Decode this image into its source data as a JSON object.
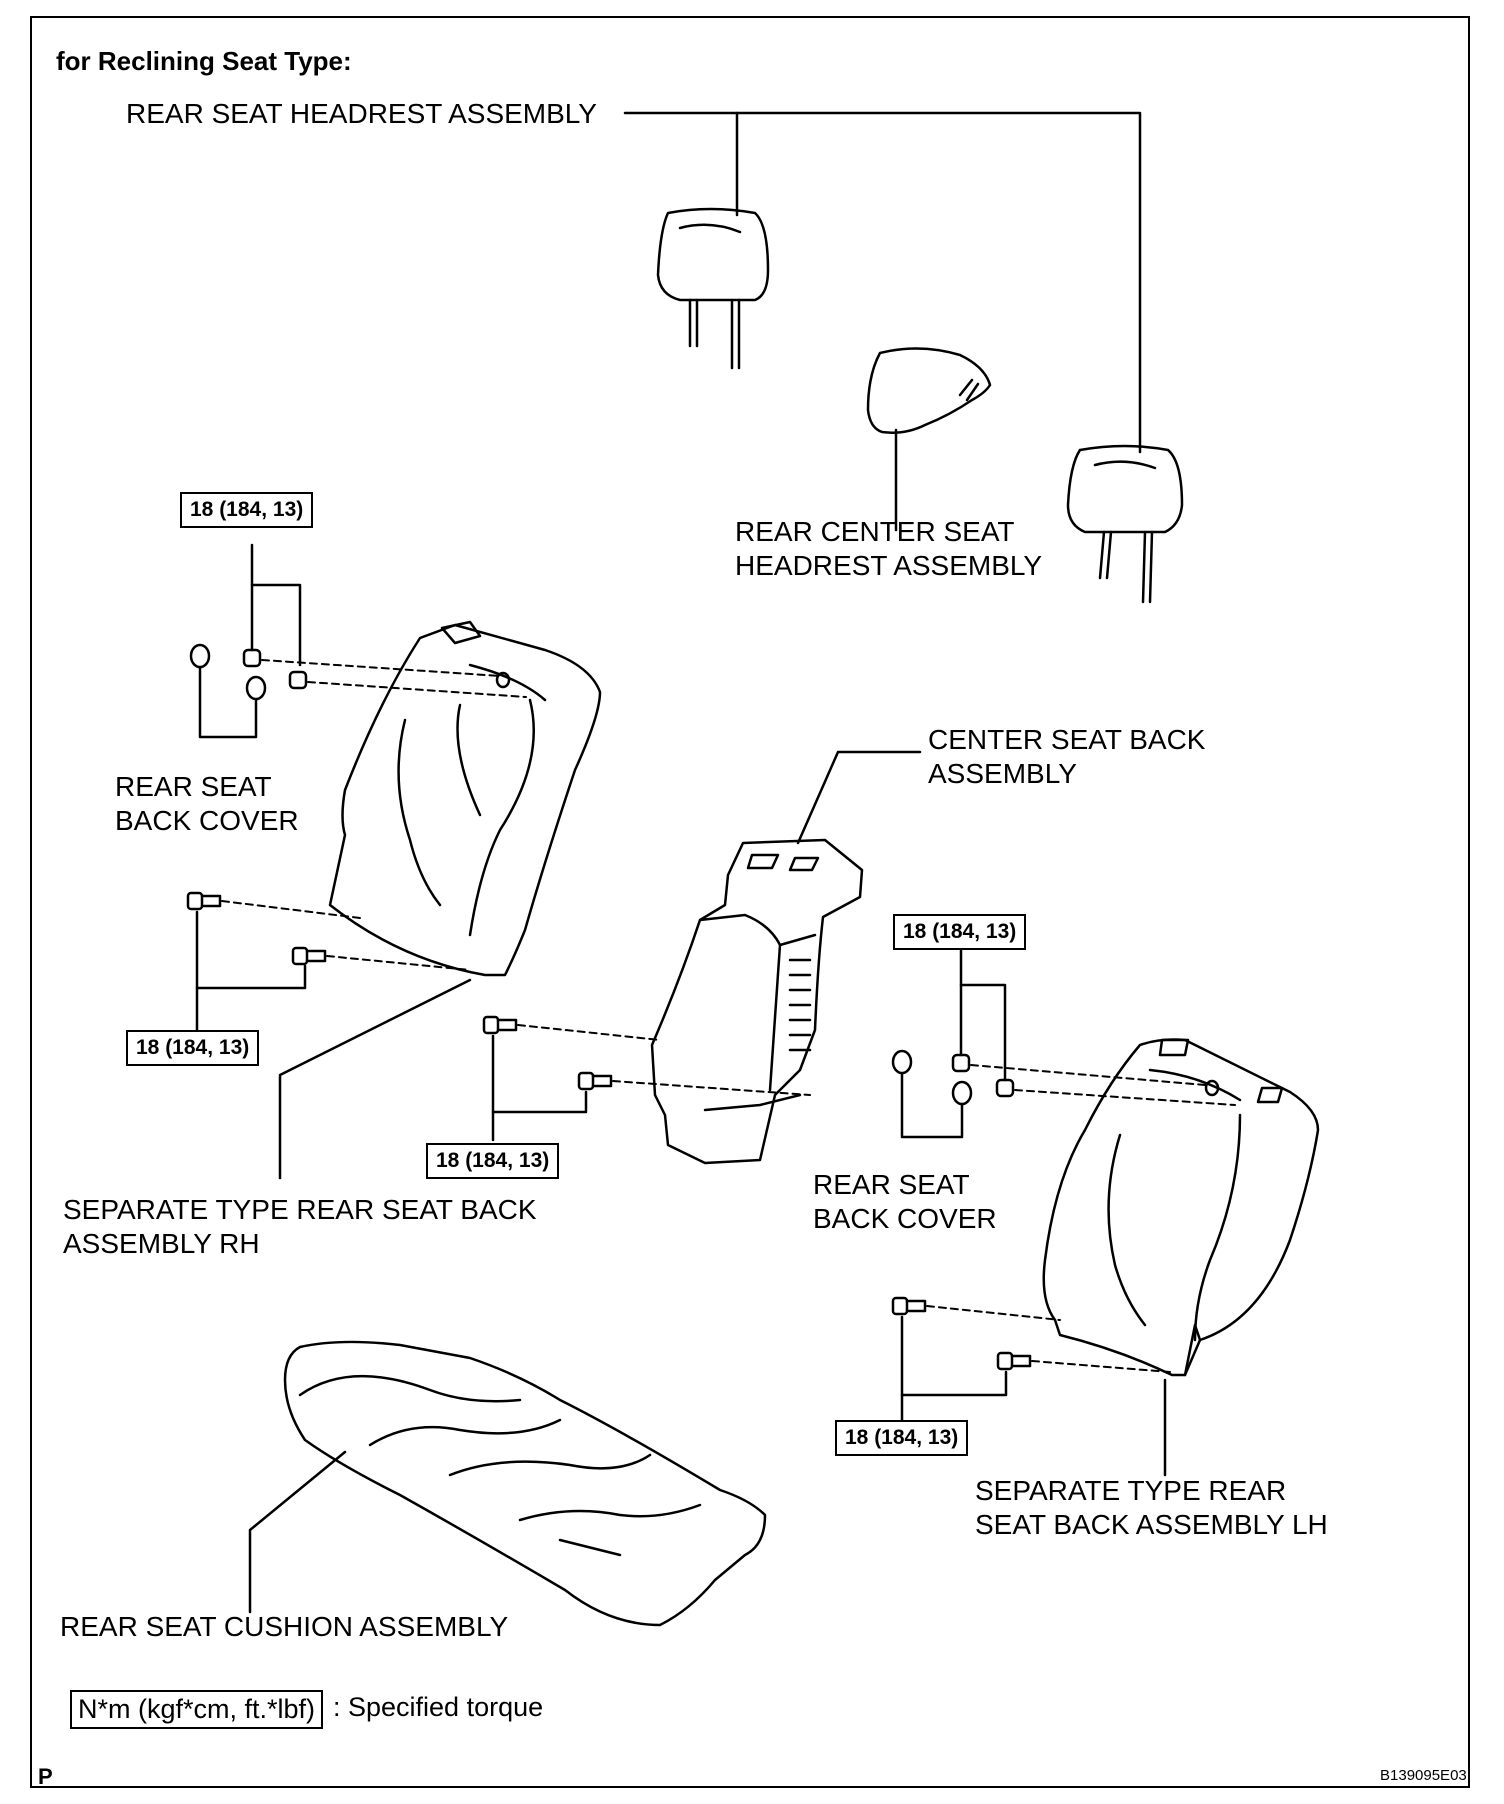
{
  "title": "for Reclining Seat Type:",
  "labels": {
    "rear_headrest": "REAR SEAT HEADREST ASSEMBLY",
    "rear_center_headrest": [
      "REAR CENTER SEAT",
      "HEADREST ASSEMBLY"
    ],
    "rear_back_cover_rh": [
      "REAR SEAT",
      "BACK COVER"
    ],
    "center_seat_back": [
      "CENTER SEAT BACK",
      "ASSEMBLY"
    ],
    "rear_back_cover_lh": [
      "REAR SEAT",
      "BACK COVER"
    ],
    "seat_back_rh": [
      "SEPARATE TYPE REAR SEAT BACK",
      "ASSEMBLY RH"
    ],
    "seat_back_lh": [
      "SEPARATE TYPE REAR",
      "SEAT BACK ASSEMBLY LH"
    ],
    "cushion": "REAR SEAT CUSHION ASSEMBLY"
  },
  "torque": {
    "rh_upper": "18 (184, 13)",
    "rh_lower": "18 (184, 13)",
    "center": "18 (184, 13)",
    "lh_upper": "18 (184, 13)",
    "lh_lower": "18 (184, 13)"
  },
  "legend": {
    "box": "N*m (kgf*cm, ft.*lbf)",
    "text": ": Specified torque"
  },
  "footer": {
    "left": "P",
    "right": "B139095E03"
  }
}
